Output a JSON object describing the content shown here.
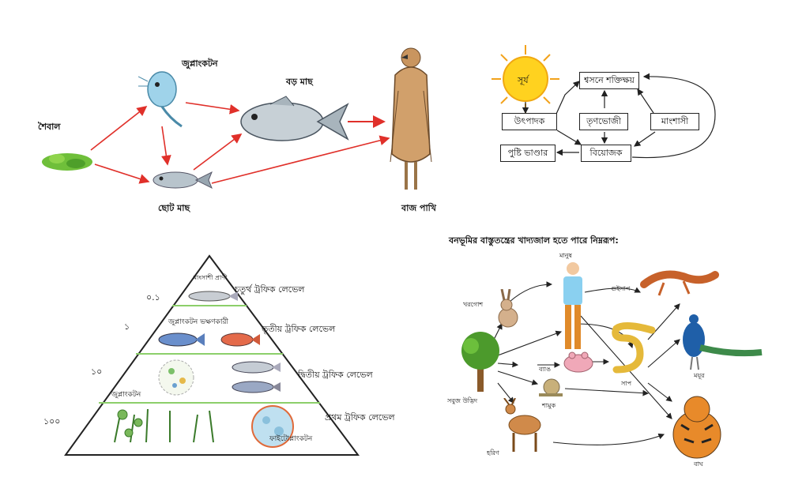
{
  "aquatic_chain": {
    "algae": "শৈবাল",
    "zooplankton": "জুপ্লাংকটন",
    "big_fish": "বড় মাছ",
    "small_fish": "ছোট মাছ",
    "hawk": "বাজ পাখি"
  },
  "energy_flow": {
    "sun": "সূর্য",
    "respiration_loss": "শ্বসনে শক্তিক্ষয়",
    "producer": "উৎপাদক",
    "herbivore": "তৃণভোজী",
    "carnivore": "মাংশাসী",
    "nutrient_pool": "পুষ্টি ভাণ্ডার",
    "decomposer": "বিয়োজক"
  },
  "pyramid": {
    "levels": [
      {
        "value": "০.১",
        "organism": "মাংসাশী প্রাণী",
        "level_label": "চতুর্থ ট্রফিক লেভেল"
      },
      {
        "value": "১",
        "organism": "জুপ্লাংকটন ভক্ষণকারী",
        "level_label": "তৃতীয় ট্রফিক লেভেল"
      },
      {
        "value": "১০",
        "organism": "জুপ্লাংকটন",
        "level_label": "দ্বিতীয় ট্রফিক লেভেল"
      },
      {
        "value": "১০০",
        "organism": "ফাইটোপ্লাংকটন",
        "level_label": "প্রথম ট্রফিক লেভেল"
      }
    ]
  },
  "forest_web": {
    "title": "বনভূমির বাস্তুতন্ত্রের খাদ্যজাল হতে পারে নিম্নরূপ:",
    "rabbit": "খরগোশ",
    "human": "মানুষ",
    "lizard": "গুইসাপ",
    "peacock": "ময়ূর",
    "frog": "ব্যাঙ",
    "snake": "সাপ",
    "snail": "শামুক",
    "green_plant": "সবুজ উদ্ভিদ",
    "deer": "হরিণ",
    "tiger": "বাঘ"
  }
}
